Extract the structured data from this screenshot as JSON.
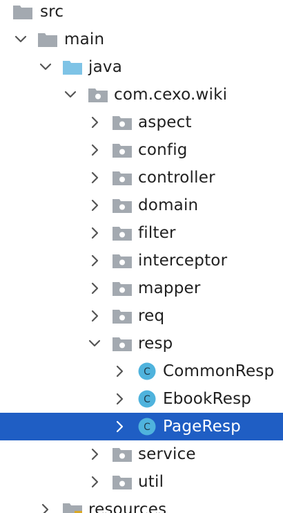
{
  "colors": {
    "selection": "#1f5ec4",
    "folder": "#a3a9b0",
    "source_folder": "#7ec3e6",
    "package_dot": "#ffffff",
    "class_icon": "#4fb3dd",
    "chevron": "#555555",
    "text": "#1f1f1f"
  },
  "tree": [
    {
      "label": "src",
      "icon": "folder-icon",
      "expanded": true
    },
    {
      "label": "main",
      "icon": "folder-icon",
      "expanded": true
    },
    {
      "label": "java",
      "icon": "source-folder-icon",
      "expanded": true
    },
    {
      "label": "com.cexo.wiki",
      "icon": "package-icon",
      "expanded": true
    },
    {
      "label": "aspect",
      "icon": "package-icon",
      "expanded": false
    },
    {
      "label": "config",
      "icon": "package-icon",
      "expanded": false
    },
    {
      "label": "controller",
      "icon": "package-icon",
      "expanded": false
    },
    {
      "label": "domain",
      "icon": "package-icon",
      "expanded": false
    },
    {
      "label": "filter",
      "icon": "package-icon",
      "expanded": false
    },
    {
      "label": "interceptor",
      "icon": "package-icon",
      "expanded": false
    },
    {
      "label": "mapper",
      "icon": "package-icon",
      "expanded": false
    },
    {
      "label": "req",
      "icon": "package-icon",
      "expanded": false
    },
    {
      "label": "resp",
      "icon": "package-icon",
      "expanded": true
    },
    {
      "label": "CommonResp",
      "icon": "class-icon",
      "class_letter": "C",
      "expanded": false
    },
    {
      "label": "EbookResp",
      "icon": "class-icon",
      "class_letter": "C",
      "expanded": false
    },
    {
      "label": "PageResp",
      "icon": "class-icon",
      "class_letter": "C",
      "expanded": false,
      "selected": true
    },
    {
      "label": "service",
      "icon": "package-icon",
      "expanded": false
    },
    {
      "label": "util",
      "icon": "package-icon",
      "expanded": false
    },
    {
      "label": "resources",
      "icon": "resources-folder-icon",
      "expanded": false
    }
  ]
}
